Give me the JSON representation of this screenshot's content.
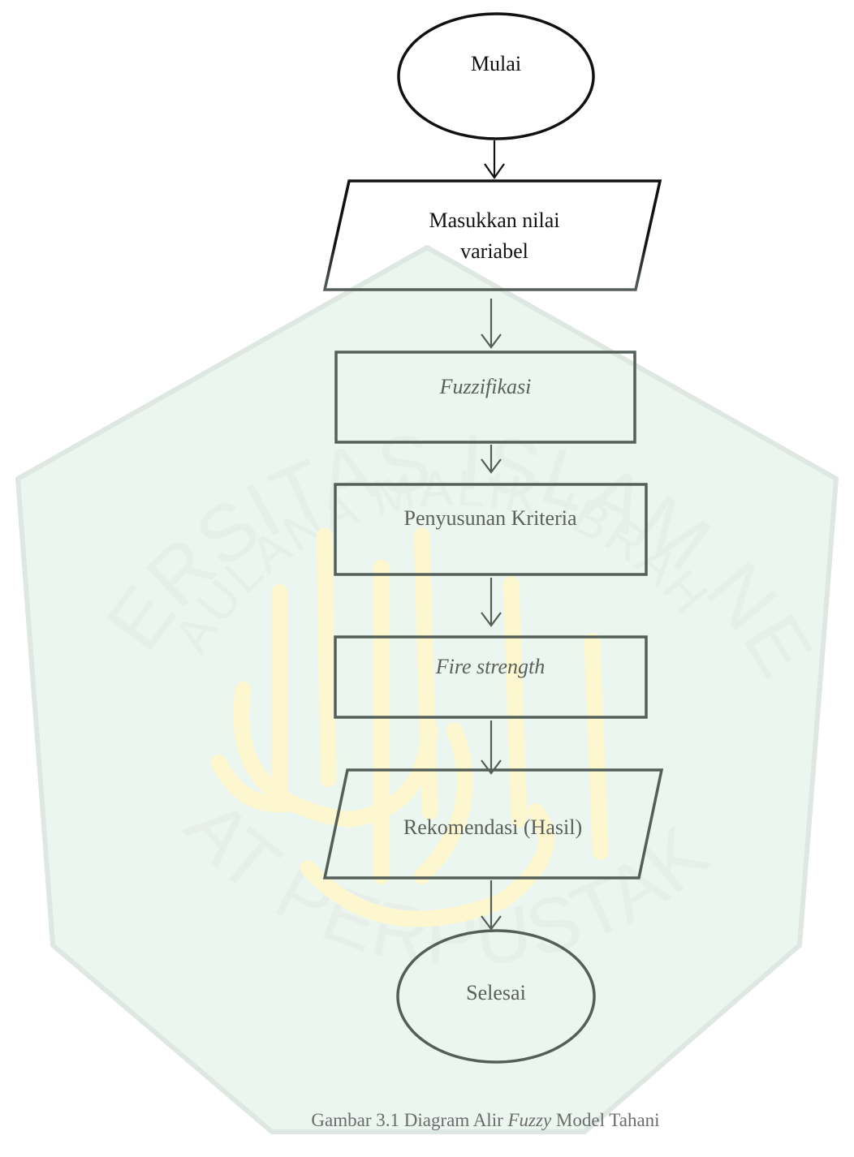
{
  "colors": {
    "background": "#ffffff",
    "watermark_fill": "#eaf6ef",
    "watermark_stroke": "#dfe7e2",
    "watermark_text": "#e6efe9",
    "calligraphy": "#fdf7cf",
    "stroke_dark": "#111111",
    "stroke_gray": "#555f59",
    "text_dark": "#111111",
    "text_gray": "#5b605c"
  },
  "watermark": {
    "arc_top": "UNIVERSITAS ISLAM NEGERI",
    "arc_middle": "MAULANA MALIK IBRAHIM",
    "arc_bottom": "PUSAT PERPUSTAKAAN"
  },
  "flowchart": {
    "start": {
      "label": "Mulai",
      "shape": "terminator"
    },
    "input": {
      "label_line1": "Masukkan nilai",
      "label_line2": "variabel",
      "shape": "data"
    },
    "fuzzification": {
      "label": "Fuzzifikasi",
      "shape": "process"
    },
    "criteria": {
      "label": "Penyusunan Kriteria",
      "shape": "process"
    },
    "fire_strength": {
      "label": "Fire strength",
      "shape": "process"
    },
    "recommendation": {
      "label": "Rekomendasi (Hasil)",
      "shape": "data"
    },
    "end": {
      "label": "Selesai",
      "shape": "terminator"
    }
  },
  "caption": {
    "prefix": "Gambar 3.1 Diagram Alir ",
    "emphasis": "Fuzzy",
    "suffix": " Model Tahani"
  }
}
